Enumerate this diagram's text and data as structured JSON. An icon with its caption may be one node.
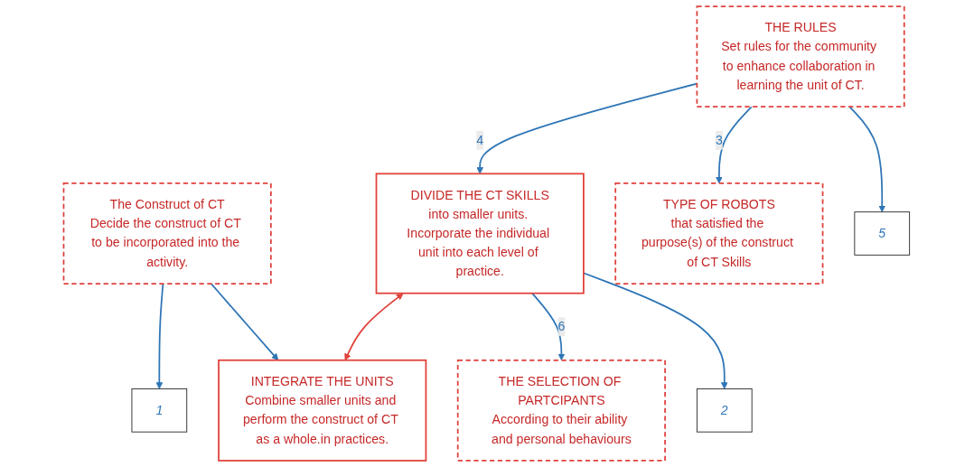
{
  "diagram": {
    "nodes": [
      {
        "text": [
          "The Construct of CT",
          "Decide the construct of CT to be incorporated into the activity."
        ]
      },
      {
        "text": [
          "1"
        ]
      },
      {
        "text": [
          "DIVIDE THE CT SKILLS",
          "into smaller units. Incorporate the individual unit into each level of practice."
        ]
      },
      {
        "text": [
          "2"
        ]
      },
      {
        "text": [
          "TYPE OF ROBOTS",
          "that satisfied the purpose(s) of the construct of CT Skills"
        ]
      },
      {
        "text": [
          "INTEGRATE THE UNITS",
          "Combine smaller units and perform the construct of CT as a whole.in practices."
        ]
      },
      {
        "text": [
          "THE SELECTION OF PARTCIPANTS",
          "According to their ability and personal behaviours"
        ]
      },
      {
        "text": [
          "THE RULES",
          "Set rules for the community to enhance collaboration in learning the unit of CT."
        ]
      },
      {
        "text": [
          "5"
        ]
      }
    ],
    "edges": [
      {
        "from": 0,
        "to": 1,
        "arrow": "to"
      },
      {
        "from": 2,
        "to": 3,
        "arrow": "to"
      },
      {
        "from": 0,
        "to": 5,
        "arrow": "to"
      },
      {
        "from": 2,
        "to": 5,
        "arrow": "both",
        "color": "#e0413a"
      },
      {
        "from": 2,
        "to": 6,
        "arrow": "to",
        "label": "6"
      },
      {
        "from": 7,
        "to": 2,
        "arrow": "to",
        "label": "4"
      },
      {
        "from": 7,
        "to": 4,
        "arrow": "to",
        "label": "3"
      },
      {
        "from": 7,
        "to": 8,
        "arrow": "to"
      }
    ]
  }
}
